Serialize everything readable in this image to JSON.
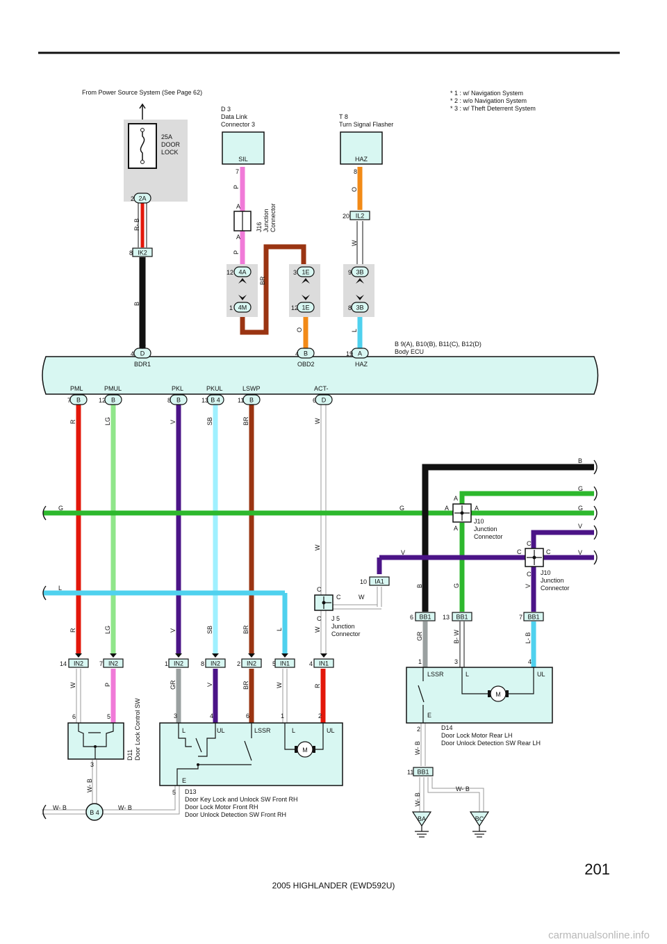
{
  "page": {
    "number": "201",
    "footer": "2005 HIGHLANDER (EWD592U)",
    "watermark": "carmanualsonline.info"
  },
  "notes": [
    "* 1 : w/ Navigation System",
    "* 2 : w/o Navigation System",
    "* 3 : w/ Theft Deterrent System"
  ],
  "source": "From Power Source System (See Page 62)",
  "fuse": {
    "l1": "25A",
    "l2": "DOOR",
    "l3": "LOCK"
  },
  "parts": {
    "d3": {
      "l1": "D 3",
      "l2": "Data Link",
      "l3": "Connector 3",
      "term": "SIL"
    },
    "t8": {
      "l1": "T 8",
      "l2": "Turn Signal Flasher",
      "term": "HAZ"
    },
    "j16": {
      "l1": "J16",
      "l2": "Junction",
      "l3": "Connector"
    },
    "ecu": {
      "l1": "B 9(A), B10(B), B11(C), B12(D)",
      "l2": "Body ECU"
    },
    "j10a": {
      "l1": "J10",
      "l2": "Junction",
      "l3": "Connector"
    },
    "j10b": {
      "l1": "J10",
      "l2": "Junction",
      "l3": "Connector"
    },
    "j5": {
      "l1": "J 5",
      "l2": "Junction",
      "l3": "Connector"
    },
    "d11": {
      "l1": "D11",
      "l2": "Door Lock Control SW"
    },
    "d13": {
      "l1": "D13",
      "l2": "Door Key Lock and Unlock SW Front RH",
      "l3": "Door Lock Motor Front RH",
      "l4": "Door Unlock Detection SW  Front RH"
    },
    "d14": {
      "l1": "D14",
      "l2": "Door Lock Motor Rear LH",
      "l3": "Door Unlock Detection SW Rear LH"
    }
  },
  "ecu_top_terms": [
    "BDR1",
    "OBD2",
    "HAZ"
  ],
  "ecu_bottom_terms": [
    "PML",
    "PMUL",
    "PKL",
    "PKUL",
    "LSWP",
    "ACT-"
  ],
  "connectors": {
    "c2A": "2A",
    "cIK2": "IK2",
    "c4A": "4A",
    "c4M": "4M",
    "c1Ea": "1E",
    "c1Eb": "1E",
    "c3Ba": "3B",
    "c3Bb": "3B",
    "cIL2": "IL2",
    "cIA1": "IA1",
    "cD_top": "D",
    "cB_top": "B",
    "cA_top": "A",
    "cB1": "B",
    "cB2": "B",
    "cB3": "B",
    "cB4": "B 4",
    "cB5": "B",
    "cD_bot": "D",
    "cIN2a": "IN2",
    "cIN2b": "IN2",
    "cIN2c": "IN2",
    "cIN2d": "IN2",
    "cIN2e": "IN2",
    "cIN1a": "IN1",
    "cIN1b": "IN1",
    "cBB1a": "BB1",
    "cBB1b": "BB1",
    "cBB1c": "BB1",
    "cBB1d": "BB1",
    "cBA": "BA",
    "cBC": "BC"
  },
  "pins": {
    "p2A": "2",
    "pIK2": "8",
    "p4A": "12",
    "p4M": "1",
    "p1Ea": "3",
    "p1Eb": "12",
    "p3Ba": "9",
    "p3Bb": "8",
    "pSIL": "7",
    "pHAZ": "8",
    "pIL2": "20",
    "pD": "4",
    "pB": "4",
    "pA": "19",
    "pPML": "7",
    "pPMUL": "12",
    "pPKL": "8",
    "pPKUL": "13",
    "pLSWP": "11",
    "pACT": "6",
    "pIA1": "10",
    "pBB1a": "6",
    "pBB1b": "13",
    "pBB1c": "7",
    "pBB1d": "11",
    "pIN1": "14",
    "pIN2": "7",
    "pIN3": "1",
    "pIN4": "8",
    "pIN5": "2",
    "pIN6": "5",
    "pIN7": "4",
    "pD11a": "6",
    "pD11b": "5",
    "pD11c": "3",
    "pD13a": "3",
    "pD13b": "4",
    "pD13c": "6",
    "pD13d": "1",
    "pD13e": "2",
    "pD13f": "5",
    "pD14a": "1",
    "pD14b": "3",
    "pD14c": "4",
    "pD14d": "2"
  },
  "terms": {
    "d13L": "L",
    "d13UL": "UL",
    "d13LSSR": "LSSR",
    "d13L2": "L",
    "d13UL2": "UL",
    "d13E": "E",
    "d13M": "M",
    "d14LSSR": "LSSR",
    "d14L": "L",
    "d14UL": "UL",
    "d14E": "E",
    "d14M": "M"
  },
  "jletters": {
    "a1": "A",
    "a2": "A",
    "a3": "A",
    "a4": "A",
    "a5": "A",
    "a6": "A",
    "a7": "A",
    "c1": "C",
    "c2": "C",
    "c3": "C",
    "c4": "C",
    "c5": "C",
    "c6": "C",
    "c7": "C"
  },
  "wires": {
    "rb": "R- B",
    "b1": "B",
    "p1": "P",
    "p2": "P",
    "br1": "BR",
    "o1": "O",
    "o2": "O",
    "w1": "W",
    "l1": "L",
    "r1": "R",
    "lg1": "LG",
    "v1": "V",
    "sb1": "SB",
    "br2": "BR",
    "w2": "W",
    "w3": "W",
    "g1": "G",
    "g2": "G",
    "l2": "L",
    "b2": "B",
    "g3": "G",
    "g4": "G",
    "v2": "V",
    "v3": "V",
    "v4": "V",
    "b3": "B",
    "g5": "G",
    "v5": "V",
    "w4": "W",
    "r2": "R",
    "lg2": "LG",
    "v6": "V",
    "sb2": "SB",
    "br3": "BR",
    "l3": "L",
    "w5": "W",
    "w6": "W",
    "p3": "P",
    "gr1": "GR",
    "v7": "V",
    "br4": "BR",
    "w7": "W",
    "r3": "R",
    "gr2": "GR",
    "bw": "B- W",
    "lb": "L- B",
    "wb1": "W- B",
    "wb2": "W- B",
    "wb3": "W- B",
    "wb4": "W- B",
    "wb5": "W- B",
    "wb6": "W- B"
  },
  "colors": {
    "red": "#e3170a",
    "black": "#111111",
    "pink": "#f07ad8",
    "brown": "#9a3412",
    "orange": "#f28a17",
    "lightblue": "#4fd1ee",
    "lightgreen": "#90e68a",
    "violet": "#4b1487",
    "skyblue": "#9ff0ff",
    "green": "#2db82d",
    "gray": "#9aa0a0",
    "ecu_fill": "#d8f7f2",
    "conn_shade": "#dcdcdc"
  }
}
